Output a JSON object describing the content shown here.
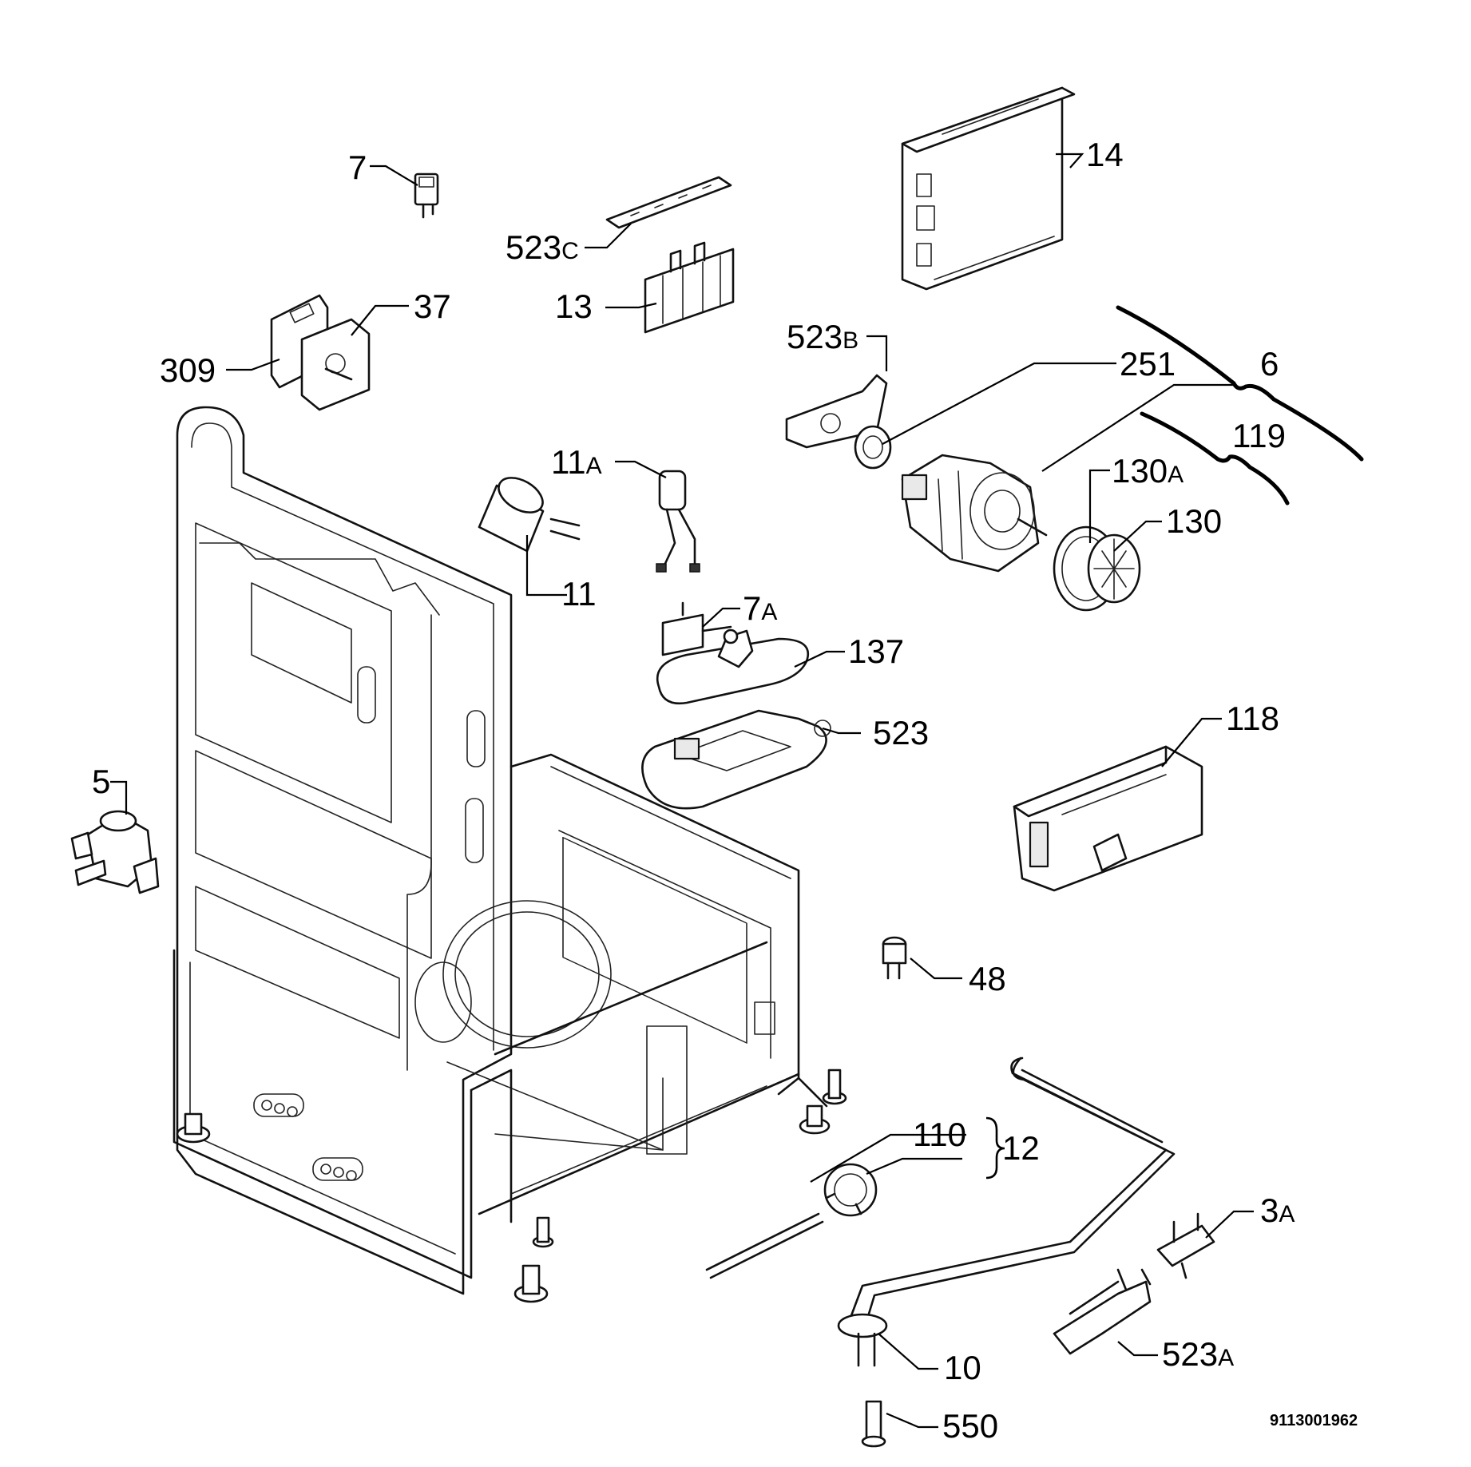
{
  "diagram": {
    "reference_number": "9113001962",
    "callouts": {
      "p7": {
        "main": "7",
        "sub": ""
      },
      "p523c": {
        "main": "523",
        "sub": "C"
      },
      "p13": {
        "main": "13",
        "sub": ""
      },
      "p14": {
        "main": "14",
        "sub": ""
      },
      "p37": {
        "main": "37",
        "sub": ""
      },
      "p309": {
        "main": "309",
        "sub": ""
      },
      "p523b": {
        "main": "523",
        "sub": "B"
      },
      "p251": {
        "main": "251",
        "sub": ""
      },
      "p6": {
        "main": "6",
        "sub": ""
      },
      "p119": {
        "main": "119",
        "sub": ""
      },
      "p11a": {
        "main": "11",
        "sub": "A"
      },
      "p130a": {
        "main": "130",
        "sub": "A"
      },
      "p130": {
        "main": "130",
        "sub": ""
      },
      "p11": {
        "main": "11",
        "sub": ""
      },
      "p7a": {
        "main": "7",
        "sub": "A"
      },
      "p137": {
        "main": "137",
        "sub": ""
      },
      "p523": {
        "main": "523",
        "sub": ""
      },
      "p118": {
        "main": "118",
        "sub": ""
      },
      "p5": {
        "main": "5",
        "sub": ""
      },
      "p48": {
        "main": "48",
        "sub": ""
      },
      "p110": {
        "main": "110",
        "sub": ""
      },
      "p12": {
        "main": "12",
        "sub": ""
      },
      "p3a": {
        "main": "3",
        "sub": "A"
      },
      "p10": {
        "main": "10",
        "sub": ""
      },
      "p523a": {
        "main": "523",
        "sub": "A"
      },
      "p550": {
        "main": "550",
        "sub": ""
      }
    }
  }
}
